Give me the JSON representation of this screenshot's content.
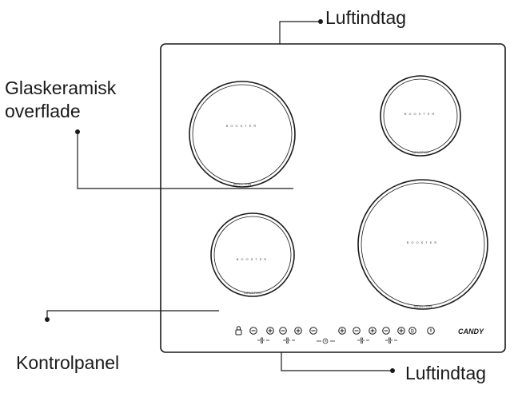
{
  "labels": {
    "air_intake_top": "Luftindtag",
    "glass_line1": "Glaskeramisk",
    "glass_line2": "overflade",
    "control_panel": "Kontrolpanel",
    "air_intake_bottom": "Luftindtag"
  },
  "zones": {
    "booster_text": "BOOSTER",
    "induction_text": "INDUCTION"
  },
  "brand": "CANDY",
  "icons": {
    "lock": "lock-icon",
    "minus": "minus-icon",
    "plus": "plus-icon",
    "timer": "timer-icon",
    "power": "power-icon"
  },
  "colors": {
    "line": "#1a1a1a",
    "background": "#ffffff"
  }
}
